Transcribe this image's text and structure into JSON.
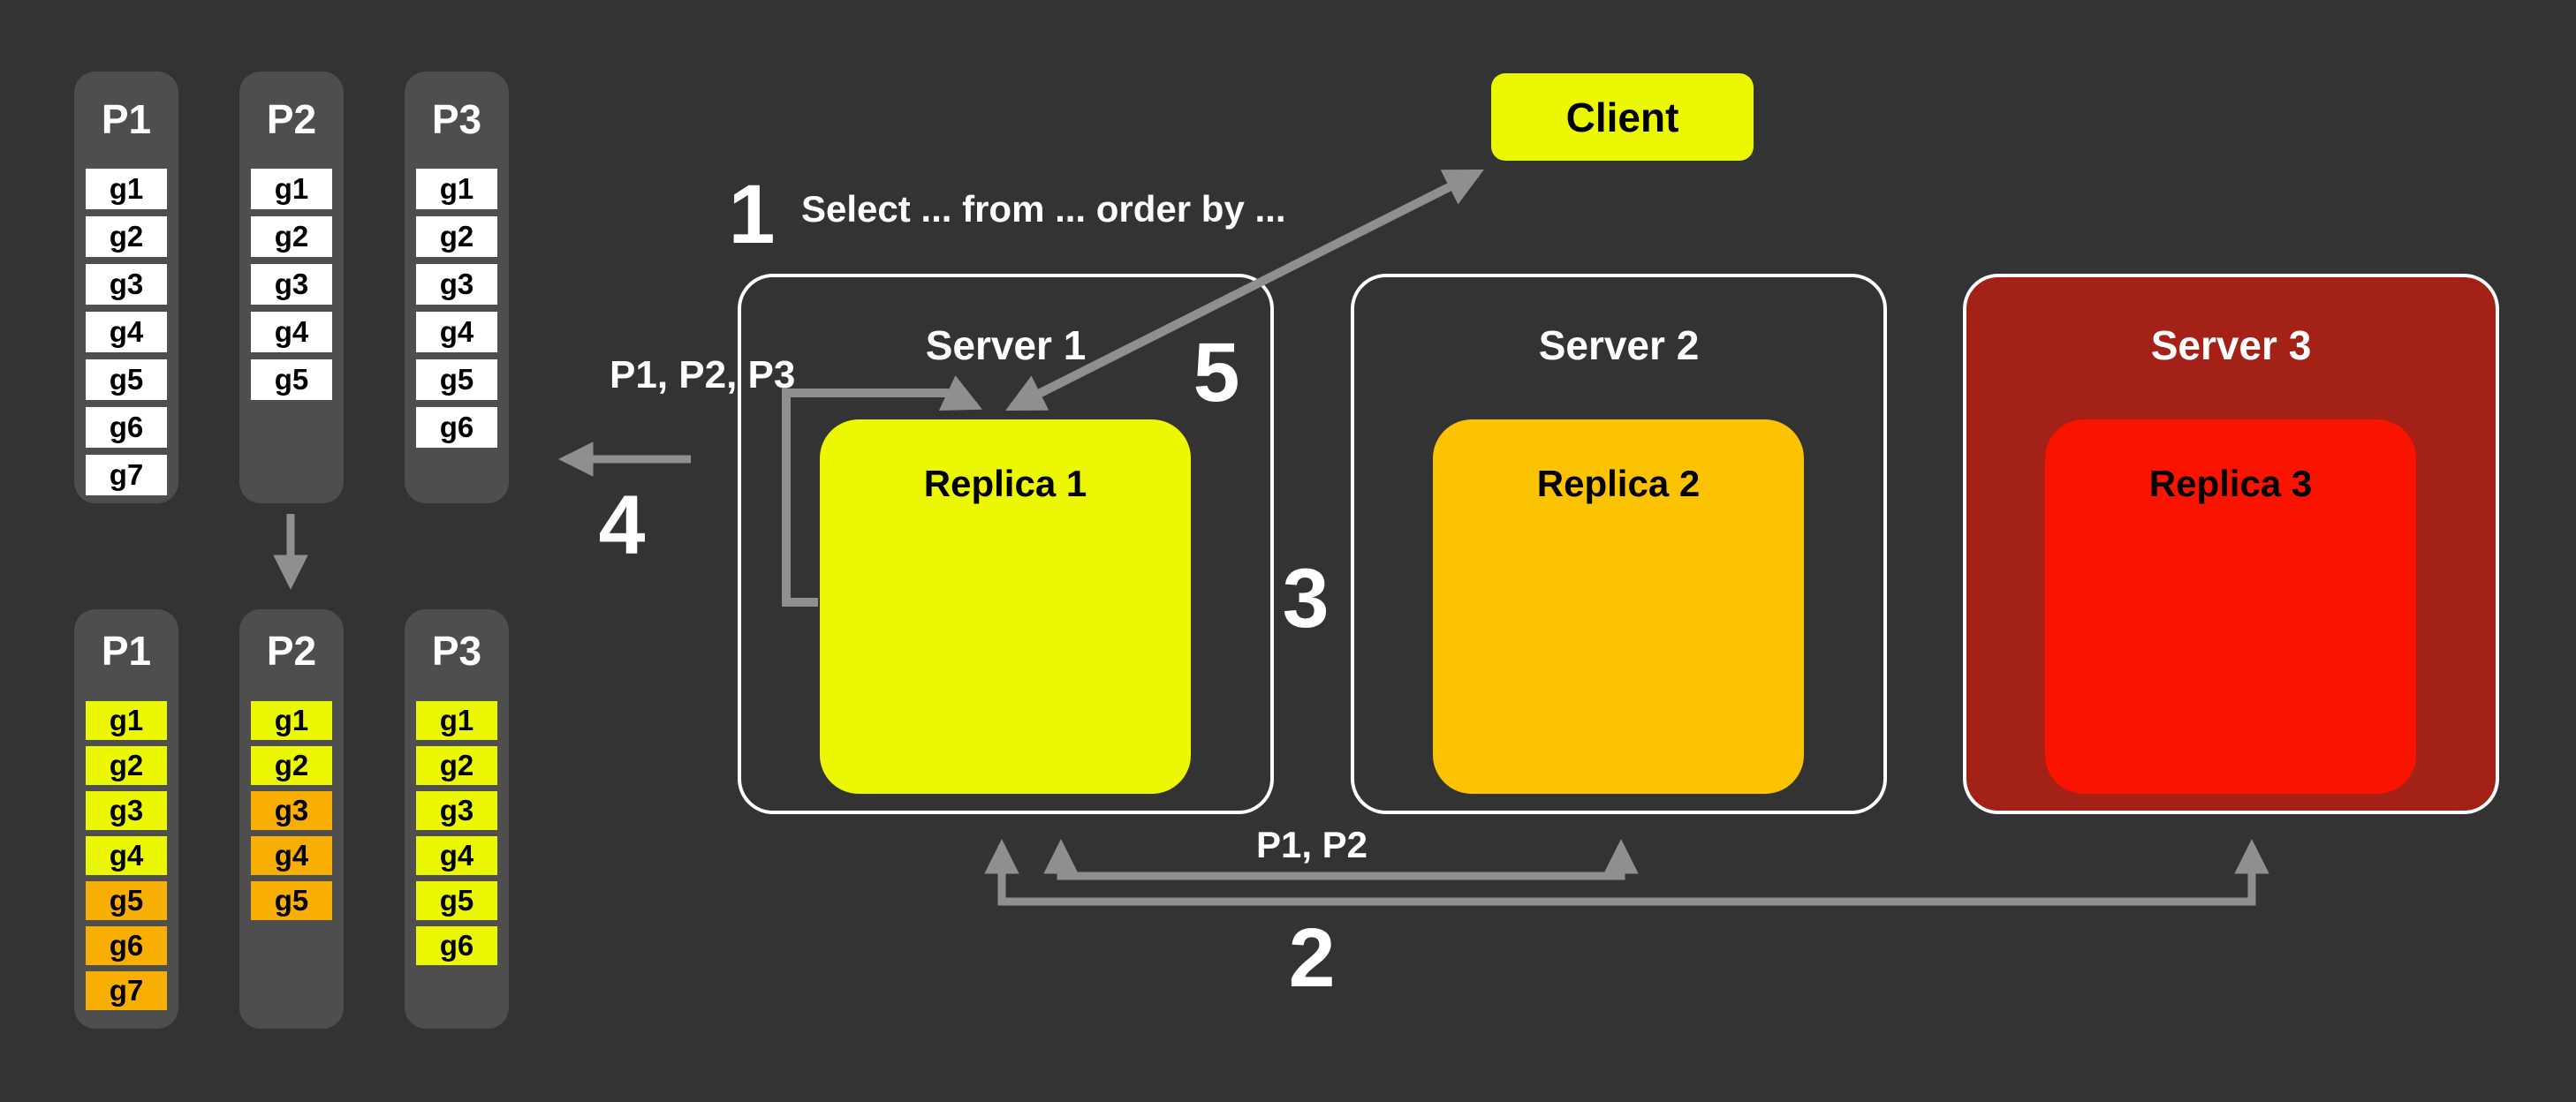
{
  "colors": {
    "background": "#333333",
    "column": "#4E4E4E",
    "cell_white": "#FFFFFF",
    "yellow": "#ECF702",
    "orange": "#F9AE03",
    "amber": "#FCC303",
    "bright_red": "#FA1400",
    "dark_red": "#A32117",
    "arrow": "#8F8F8F",
    "server_border": "#FFFFFF"
  },
  "partitions": {
    "unsorted": [
      {
        "label": "P1",
        "cells": [
          {
            "text": "g1",
            "fill": "cell_white"
          },
          {
            "text": "g2",
            "fill": "cell_white"
          },
          {
            "text": "g3",
            "fill": "cell_white"
          },
          {
            "text": "g4",
            "fill": "cell_white"
          },
          {
            "text": "g5",
            "fill": "cell_white"
          },
          {
            "text": "g6",
            "fill": "cell_white"
          },
          {
            "text": "g7",
            "fill": "cell_white"
          }
        ]
      },
      {
        "label": "P2",
        "cells": [
          {
            "text": "g1",
            "fill": "cell_white"
          },
          {
            "text": "g2",
            "fill": "cell_white"
          },
          {
            "text": "g3",
            "fill": "cell_white"
          },
          {
            "text": "g4",
            "fill": "cell_white"
          },
          {
            "text": "g5",
            "fill": "cell_white"
          }
        ]
      },
      {
        "label": "P3",
        "cells": [
          {
            "text": "g1",
            "fill": "cell_white"
          },
          {
            "text": "g2",
            "fill": "cell_white"
          },
          {
            "text": "g3",
            "fill": "cell_white"
          },
          {
            "text": "g4",
            "fill": "cell_white"
          },
          {
            "text": "g5",
            "fill": "cell_white"
          },
          {
            "text": "g6",
            "fill": "cell_white"
          }
        ]
      }
    ],
    "sorted": [
      {
        "label": "P1",
        "cells": [
          {
            "text": "g1",
            "fill": "yellow"
          },
          {
            "text": "g2",
            "fill": "yellow"
          },
          {
            "text": "g3",
            "fill": "yellow"
          },
          {
            "text": "g4",
            "fill": "yellow"
          },
          {
            "text": "g5",
            "fill": "orange"
          },
          {
            "text": "g6",
            "fill": "orange"
          },
          {
            "text": "g7",
            "fill": "orange"
          }
        ]
      },
      {
        "label": "P2",
        "cells": [
          {
            "text": "g1",
            "fill": "yellow"
          },
          {
            "text": "g2",
            "fill": "yellow"
          },
          {
            "text": "g3",
            "fill": "orange"
          },
          {
            "text": "g4",
            "fill": "orange"
          },
          {
            "text": "g5",
            "fill": "orange"
          }
        ]
      },
      {
        "label": "P3",
        "cells": [
          {
            "text": "g1",
            "fill": "yellow"
          },
          {
            "text": "g2",
            "fill": "yellow"
          },
          {
            "text": "g3",
            "fill": "yellow"
          },
          {
            "text": "g4",
            "fill": "yellow"
          },
          {
            "text": "g5",
            "fill": "yellow"
          },
          {
            "text": "g6",
            "fill": "yellow"
          }
        ]
      }
    ]
  },
  "client": {
    "label": "Client"
  },
  "servers": [
    {
      "label": "Server 1",
      "replica": "Replica 1",
      "replica_fill": "yellow",
      "box_fill": ""
    },
    {
      "label": "Server 2",
      "replica": "Replica 2",
      "replica_fill": "amber",
      "box_fill": ""
    },
    {
      "label": "Server 3",
      "replica": "Replica 3",
      "replica_fill": "bright_red",
      "box_fill": "dark_red"
    }
  ],
  "annotations": {
    "step1_number": "1",
    "query_text": "Select ... from ... order by ...",
    "step2_number": "2",
    "step2_partitions": "P1, P2",
    "step3_number": "3",
    "step4_number": "4",
    "step5_number": "5",
    "merge_partitions": "P1, P2, P3"
  }
}
